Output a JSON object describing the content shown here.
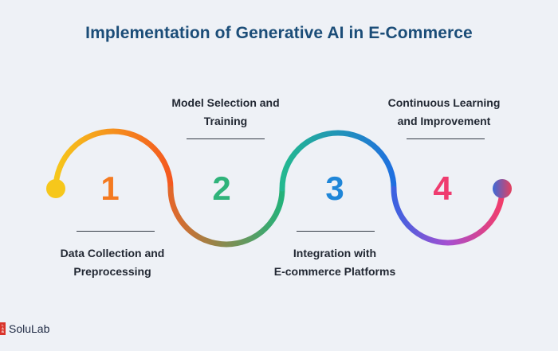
{
  "title": "Implementation of Generative AI in E-Commerce",
  "steps": [
    {
      "number": "1",
      "line1": "Data Collection and",
      "line2": "Preprocessing",
      "color": "#f47a20"
    },
    {
      "number": "2",
      "line1": "Model Selection and",
      "line2": "Training",
      "color": "#2fb37a"
    },
    {
      "number": "3",
      "line1": "Integration with",
      "line2": "E-commerce Platforms",
      "color": "#1f86d8"
    },
    {
      "number": "4",
      "line1": "Continuous Learning",
      "line2": "and Improvement",
      "color": "#ef3c6f"
    }
  ],
  "brand": {
    "name": "SoluLab",
    "mark": "LAB"
  },
  "colors": {
    "start_dot": "#f6c71b",
    "end_dot": "#6b5cc8",
    "title": "#1b4d78"
  }
}
